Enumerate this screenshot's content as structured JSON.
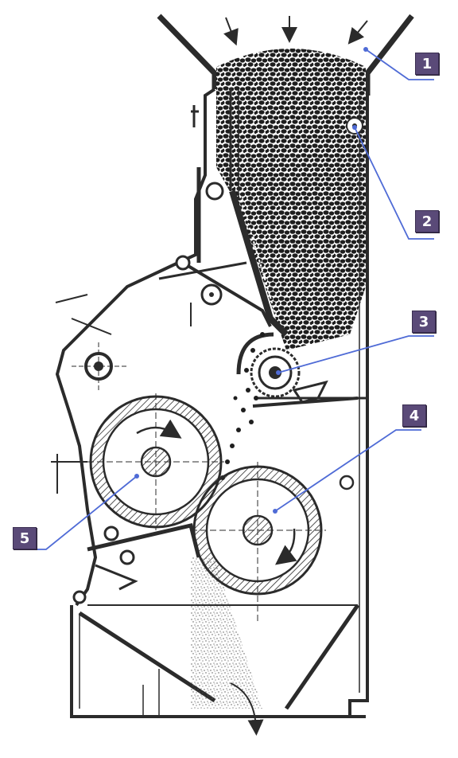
{
  "colors": {
    "ink": "#2b2b2b",
    "leader": "#4f6bd6",
    "badge_bg": "#5a4a78",
    "badge_text": "#ffffff",
    "paper": "#ffffff"
  },
  "callouts": [
    {
      "label": "1"
    },
    {
      "label": "2"
    },
    {
      "label": "3"
    },
    {
      "label": "4"
    },
    {
      "label": "5"
    }
  ]
}
